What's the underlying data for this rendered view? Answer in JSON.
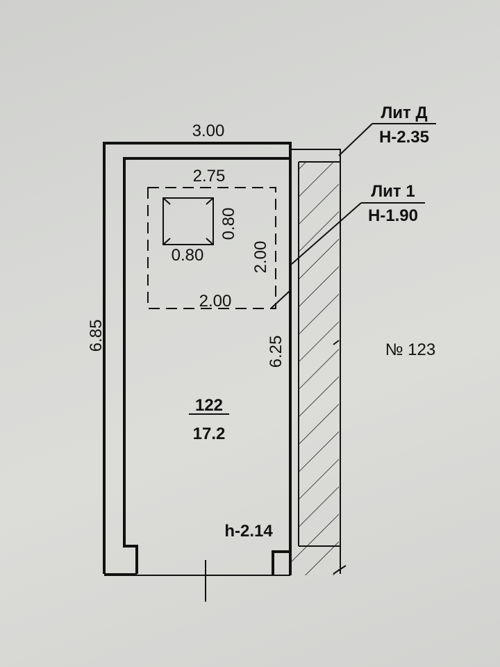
{
  "plan": {
    "room": {
      "number": "122",
      "area": "17.2"
    },
    "height_label": "h-2.14",
    "neighbor_label": "№ 123",
    "dimensions": {
      "outer_width": "3.00",
      "outer_length": "6.85",
      "inner_length": "6.25",
      "pit_width": "2.75",
      "pit_depth": "2.00",
      "pit_bottom": "2.00",
      "hatch_width": "0.80",
      "hatch_height": "0.80"
    },
    "callouts": [
      {
        "lit": "Лит Д",
        "height": "Н-2.35"
      },
      {
        "lit": "Лит 1",
        "height": "Н-1.90"
      }
    ]
  }
}
